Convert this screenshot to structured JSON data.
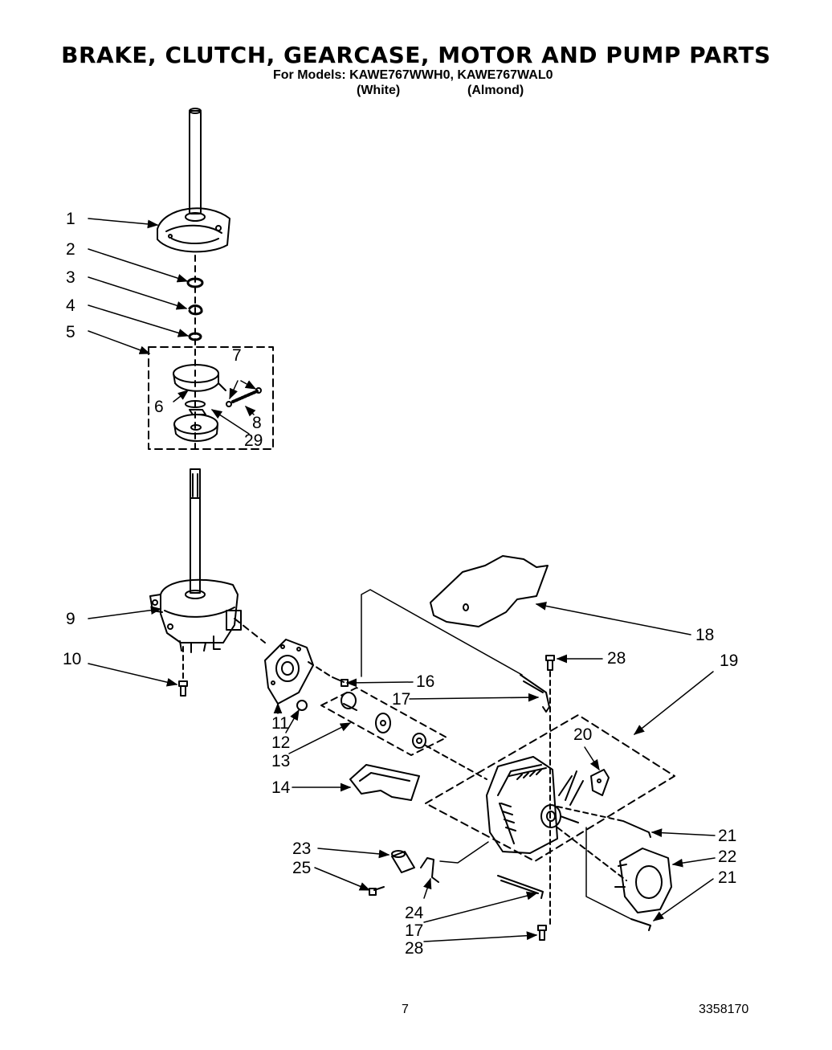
{
  "title": "BRAKE, CLUTCH, GEARCASE, MOTOR AND PUMP PARTS",
  "models_line": "For Models: KAWE767WWH0, KAWE767WAL0",
  "variants": [
    "(White)",
    "(Almond)"
  ],
  "callouts": [
    "1",
    "2",
    "3",
    "4",
    "5",
    "6",
    "7",
    "8",
    "29",
    "9",
    "10",
    "11",
    "12",
    "13",
    "14",
    "16",
    "17",
    "18",
    "28",
    "19",
    "20",
    "21",
    "22",
    "21",
    "23",
    "25",
    "24",
    "17",
    "28"
  ],
  "page_number": "7",
  "doc_number": "3358170"
}
